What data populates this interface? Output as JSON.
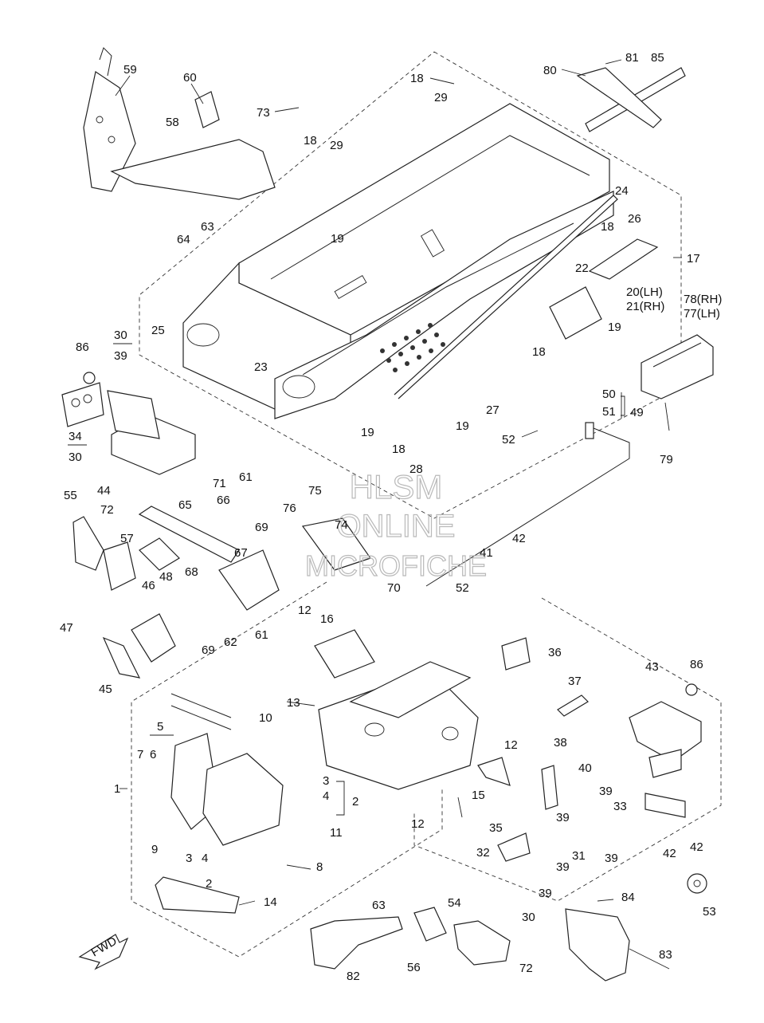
{
  "diagram": {
    "watermark": [
      "HLSM",
      "ONLINE",
      "MICROFICHE"
    ],
    "orientation_label": "FWD",
    "callouts": [
      "59",
      "60",
      "58",
      "73",
      "18",
      "29",
      "18",
      "29",
      "80",
      "81",
      "85",
      "63",
      "64",
      "19",
      "24",
      "18",
      "26",
      "17",
      "22",
      "20(LH)",
      "21(RH)",
      "78(RH)",
      "77(LH)",
      "19",
      "25",
      "23",
      "18",
      "30",
      "39",
      "86",
      "34",
      "30",
      "44",
      "27",
      "50",
      "51",
      "49",
      "79",
      "19",
      "18",
      "19",
      "52",
      "28",
      "71",
      "61",
      "75",
      "76",
      "74",
      "55",
      "72",
      "57",
      "65",
      "66",
      "68",
      "67",
      "69",
      "48",
      "46",
      "47",
      "45",
      "42",
      "41",
      "52",
      "70",
      "12",
      "16",
      "69",
      "62",
      "61",
      "36",
      "37",
      "43",
      "86",
      "13",
      "10",
      "5",
      "7",
      "6",
      "1",
      "3",
      "4",
      "2",
      "11",
      "9",
      "8",
      "3",
      "4",
      "2",
      "14",
      "12",
      "38",
      "40",
      "39",
      "15",
      "12",
      "33",
      "42",
      "42",
      "35",
      "31",
      "39",
      "32",
      "39",
      "39",
      "39",
      "53",
      "30",
      "84",
      "83",
      "63",
      "54",
      "56",
      "72",
      "82"
    ]
  }
}
